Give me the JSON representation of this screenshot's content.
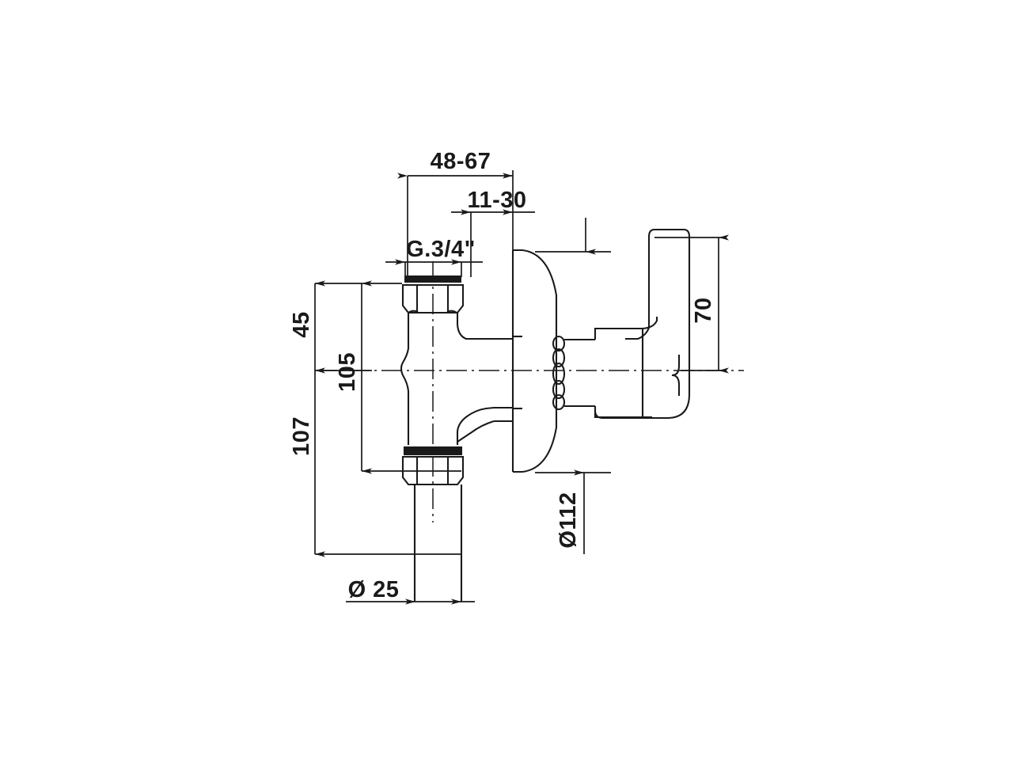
{
  "document": {
    "type": "technical-drawing",
    "subject": "Wall-mounted lever flush valve / urinal valve - dimensioned elevation view",
    "background_color": "#ffffff",
    "line_color": "#1a1a1a",
    "units": "mm"
  },
  "dimensions": {
    "top_width": "48-67",
    "wall_offset": "11-30",
    "thread": "G.3/4\"",
    "upper_height": "45",
    "center_height": "105",
    "total_height": "107",
    "handle_height": "70",
    "escutcheon_diameter": "Ø112",
    "pipe_diameter": "Ø 25"
  },
  "labels": [
    {
      "id": "top-width",
      "text": "48-67",
      "rotation": 0
    },
    {
      "id": "wall-offset",
      "text": "11-30",
      "rotation": 0
    },
    {
      "id": "thread-size",
      "text": "G.3/4\"",
      "rotation": 0
    },
    {
      "id": "upper-height",
      "text": "45",
      "rotation": -90
    },
    {
      "id": "center-height",
      "text": "105",
      "rotation": -90
    },
    {
      "id": "total-height",
      "text": "107",
      "rotation": -90
    },
    {
      "id": "handle-height",
      "text": "70",
      "rotation": -90
    },
    {
      "id": "escutcheon-diameter",
      "text": "Ø112",
      "rotation": -90
    },
    {
      "id": "pipe-diameter",
      "text": "Ø 25",
      "rotation": 0
    }
  ]
}
